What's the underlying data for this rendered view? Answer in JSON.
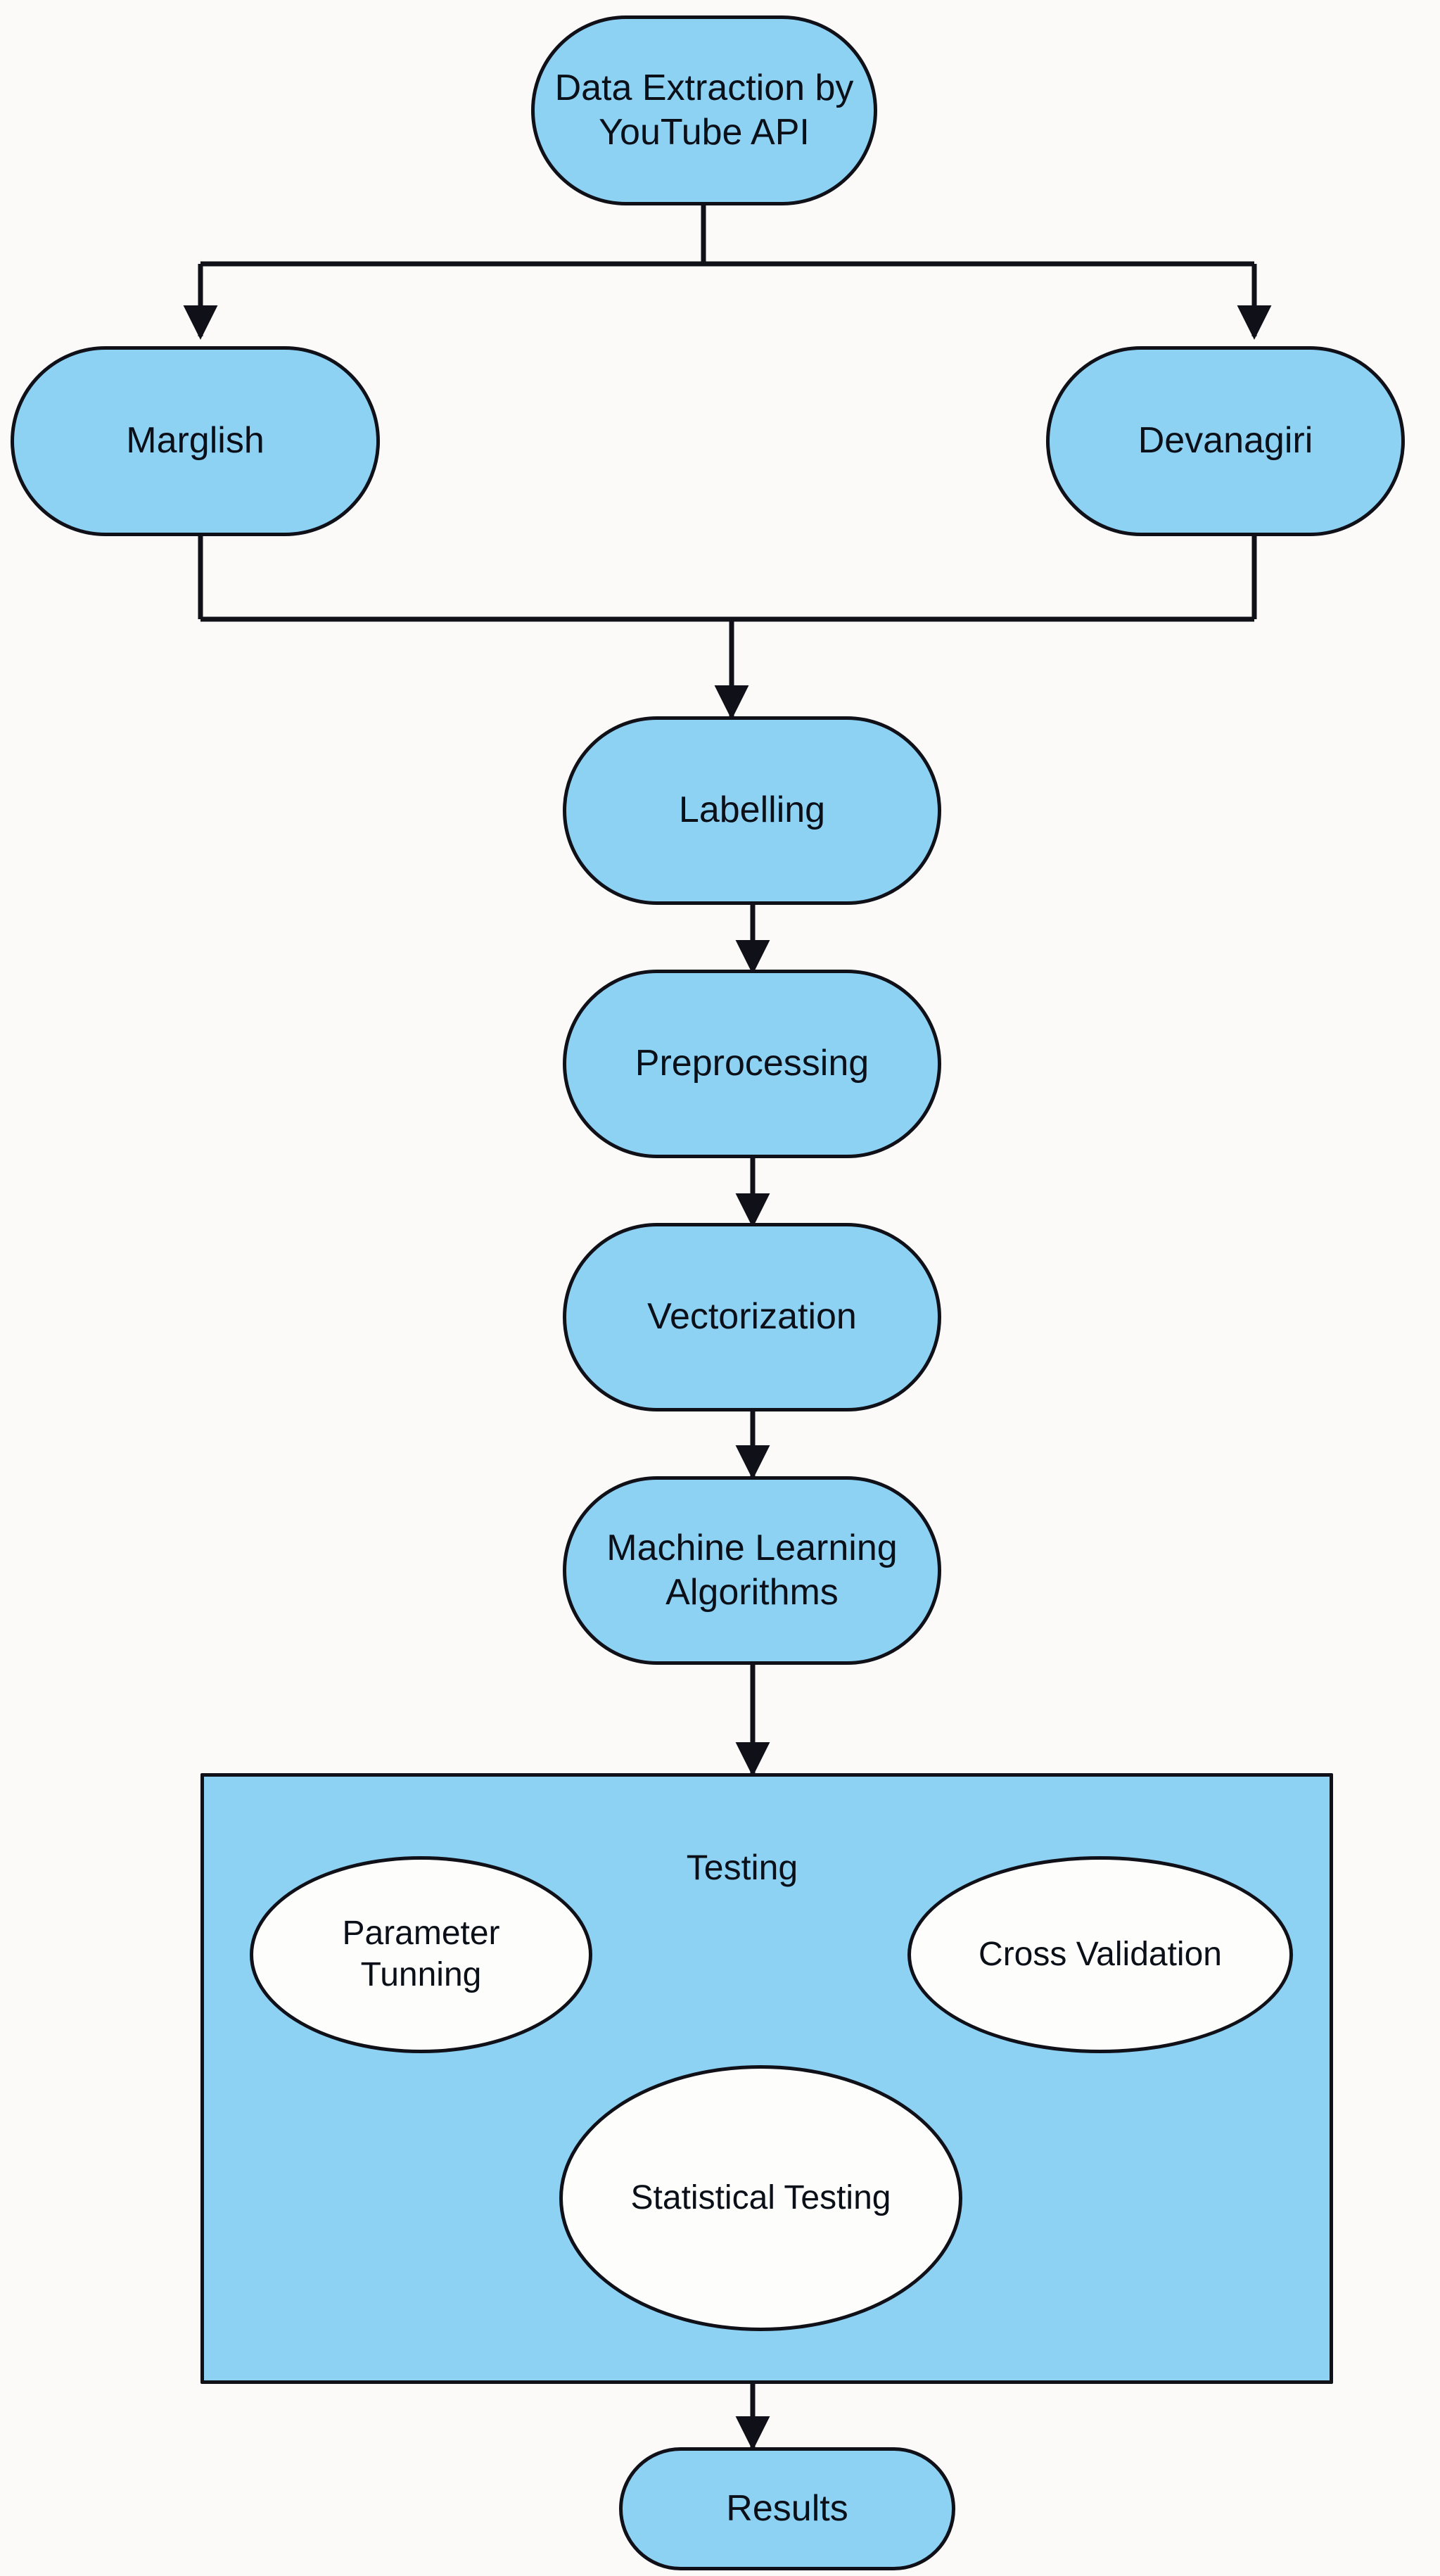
{
  "diagram": {
    "title_present": false,
    "background_color": "#fbfaf8",
    "node_fill_color": "#8ed2f3",
    "node_border_color": "#101018",
    "inner_node_fill_color": "#fdfdfb",
    "text_color": "#0a0f18"
  },
  "nodes": {
    "data_extraction": "Data Extraction by\nYouTube API",
    "marglish": "Marglish",
    "devanagiri": "Devanagiri",
    "labelling": "Labelling",
    "preprocessing": "Preprocessing",
    "vectorization": "Vectorization",
    "ml_algorithms": "Machine Learning\nAlgorithms",
    "results": "Results"
  },
  "testing_group": {
    "label": "Testing",
    "items": {
      "parameter_tunning": "Parameter\nTunning",
      "cross_validation": "Cross Validation",
      "statistical_testing": "Statistical Testing"
    }
  },
  "flow_order": [
    "Data Extraction by YouTube API",
    "Marglish",
    "Devanagiri",
    "Labelling",
    "Preprocessing",
    "Vectorization",
    "Machine Learning Algorithms",
    "Testing",
    "Results"
  ]
}
